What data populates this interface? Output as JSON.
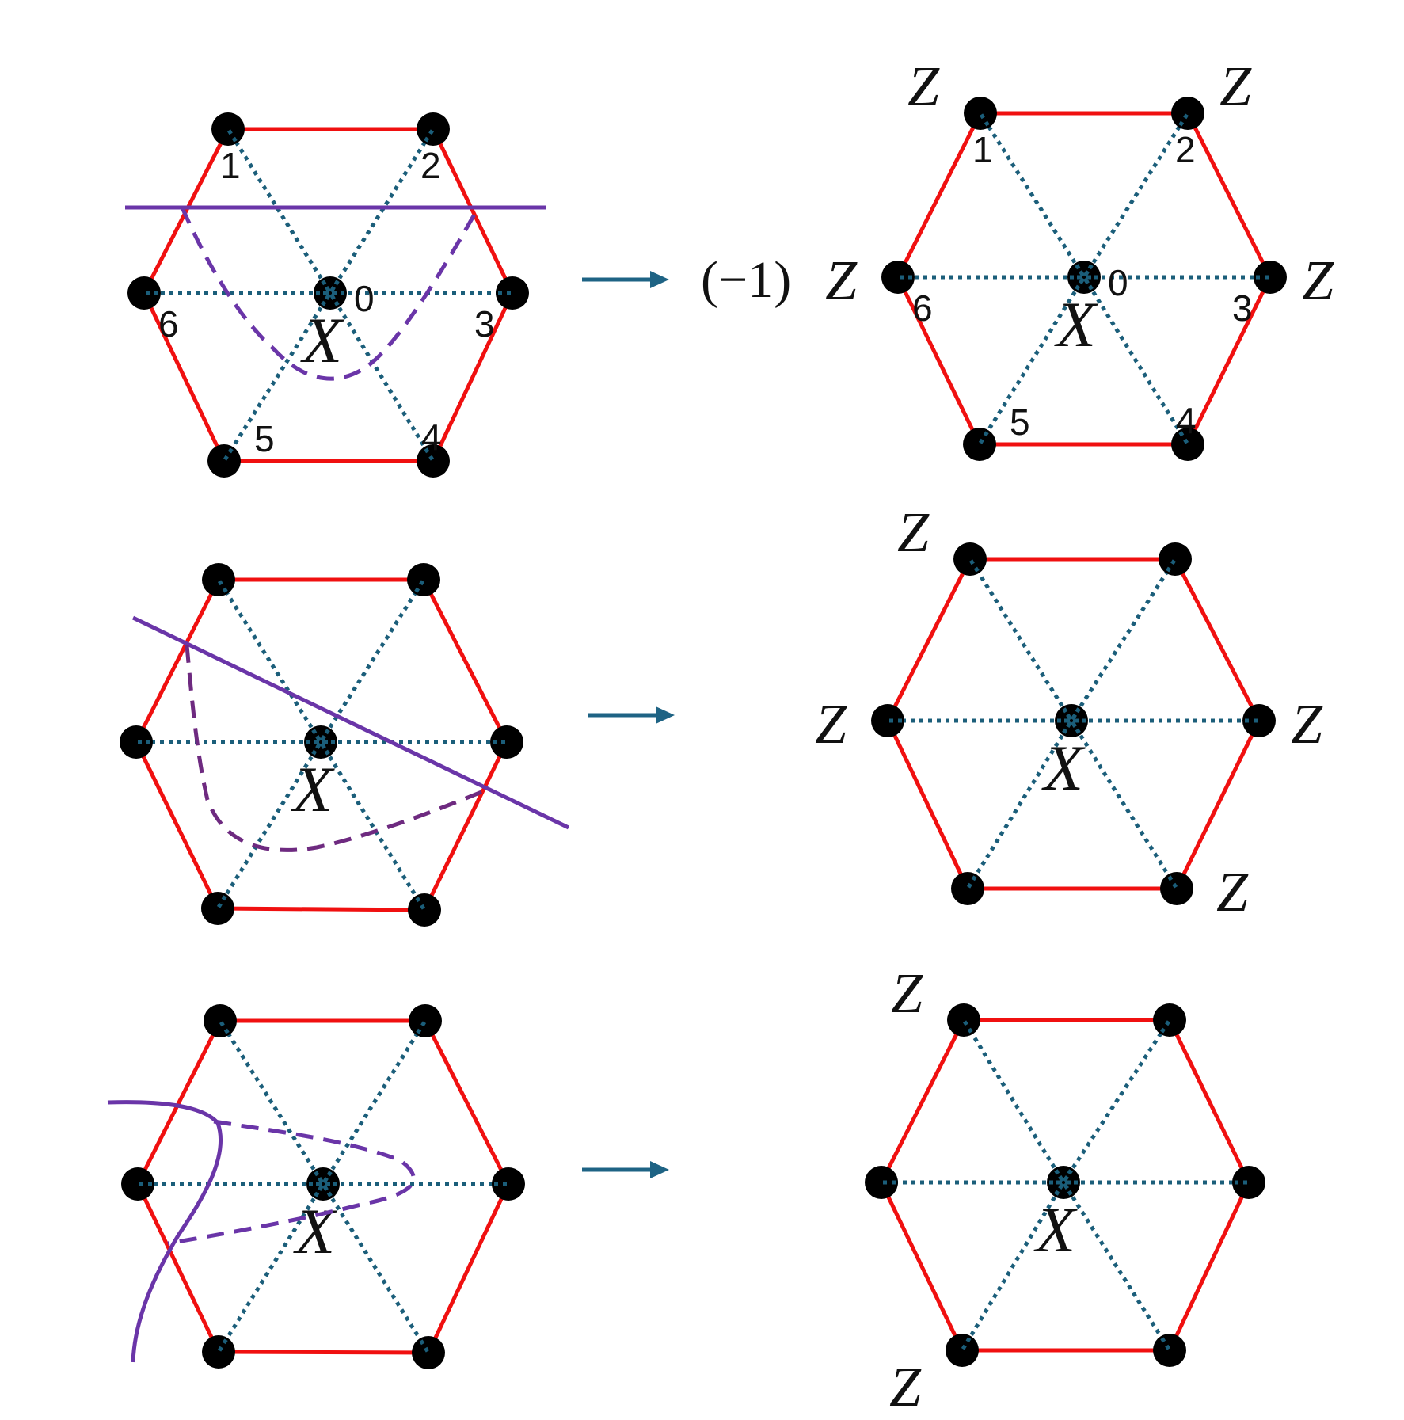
{
  "colors": {
    "hex_edge": "#f01010",
    "spoke": "#1b5e7a",
    "vertex": "#000000",
    "cut_line": "#6a35a8",
    "dashed_loop": "#6e2a80",
    "arrow": "#1e6384"
  },
  "labels": {
    "operator_x": "X",
    "operator_z": "Z",
    "sign_factor": "(−1)",
    "vertex_numbers": [
      "0",
      "1",
      "2",
      "3",
      "4",
      "5",
      "6"
    ]
  },
  "rows": [
    {
      "name": "row-1",
      "left_numbered": true,
      "right_numbered": true,
      "right_sign": true,
      "right_z_vertices": [
        "1",
        "2",
        "3",
        "6"
      ]
    },
    {
      "name": "row-2",
      "left_numbered": false,
      "right_numbered": false,
      "right_sign": false,
      "right_z_vertices": [
        "1",
        "3",
        "4",
        "6"
      ]
    },
    {
      "name": "row-3",
      "left_numbered": false,
      "right_numbered": false,
      "right_sign": false,
      "right_z_vertices": [
        "1",
        "5"
      ]
    }
  ]
}
